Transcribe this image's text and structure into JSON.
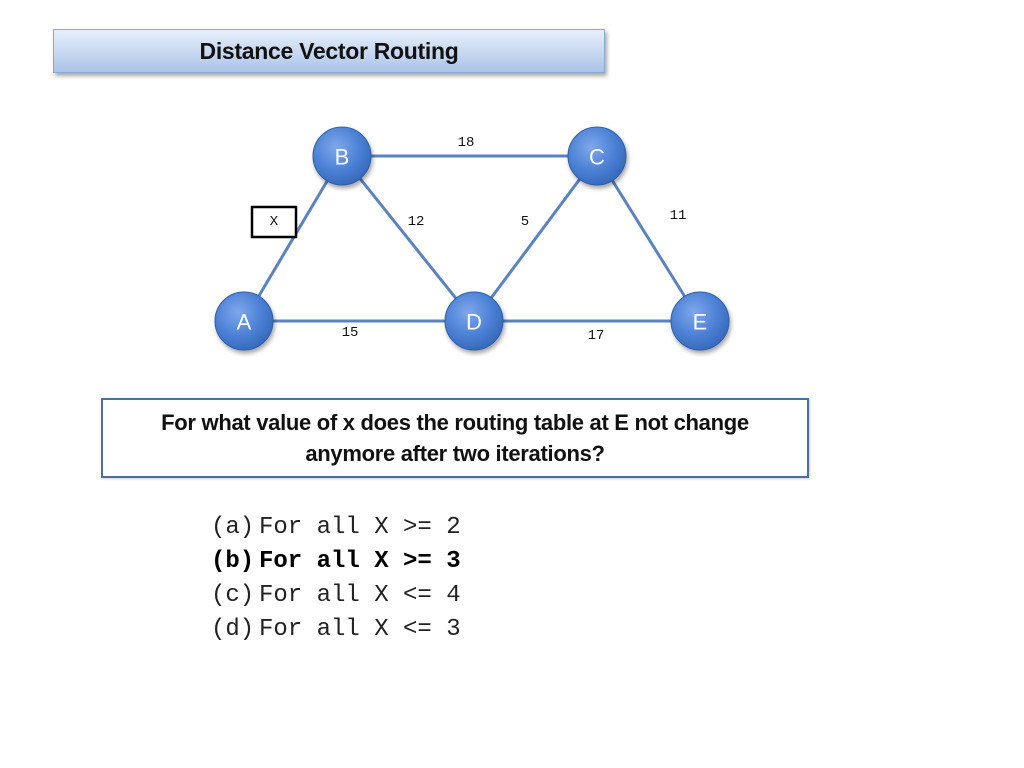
{
  "title": "Distance Vector Routing",
  "graph": {
    "nodes": [
      {
        "id": "A",
        "label": "A"
      },
      {
        "id": "B",
        "label": "B"
      },
      {
        "id": "C",
        "label": "C"
      },
      {
        "id": "D",
        "label": "D"
      },
      {
        "id": "E",
        "label": "E"
      }
    ],
    "edges": [
      {
        "from": "A",
        "to": "B",
        "label": "X",
        "boxed": true
      },
      {
        "from": "B",
        "to": "C",
        "label": "18"
      },
      {
        "from": "B",
        "to": "D",
        "label": "12"
      },
      {
        "from": "C",
        "to": "D",
        "label": "5"
      },
      {
        "from": "C",
        "to": "E",
        "label": "11"
      },
      {
        "from": "A",
        "to": "D",
        "label": "15"
      },
      {
        "from": "D",
        "to": "E",
        "label": "17"
      }
    ],
    "colors": {
      "node_fill": "#4a7fd4",
      "node_stroke": "#2f5ea8",
      "edge": "#5b82c0"
    }
  },
  "question": {
    "line1": "For what value of x does the routing table at E not change",
    "line2": "anymore after two iterations?"
  },
  "options": [
    {
      "letter": "(a)",
      "text": "For all X >= 2",
      "selected": false
    },
    {
      "letter": "(b)",
      "text": "For all X >= 3",
      "selected": true
    },
    {
      "letter": "(c)",
      "text": "For all X <= 4",
      "selected": false
    },
    {
      "letter": "(d)",
      "text": "For all X <= 3",
      "selected": false
    }
  ]
}
